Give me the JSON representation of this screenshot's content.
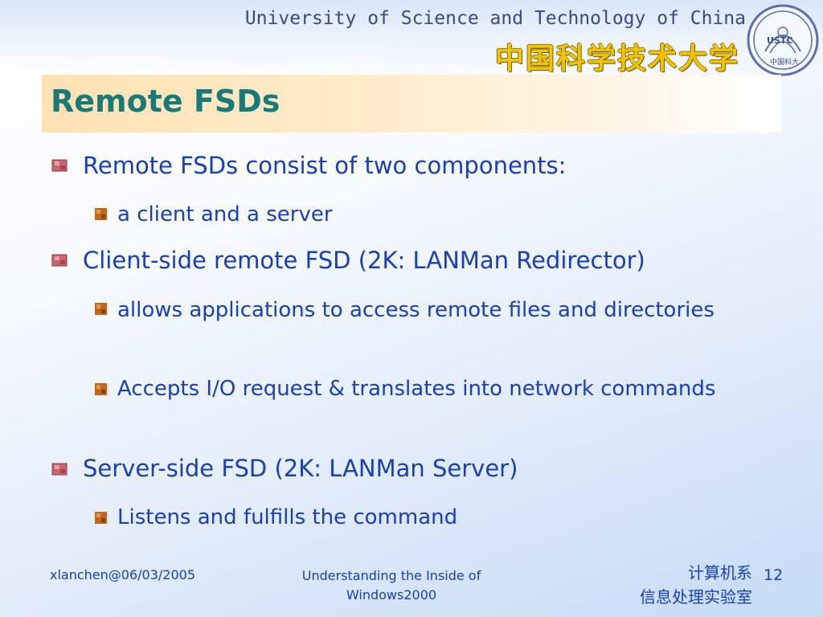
{
  "header": {
    "university_en": "University of Science and Technology of China",
    "university_cn": "中国科学技术大学",
    "logo_text": "USTC",
    "logo_subtext": "中国科大"
  },
  "slide": {
    "title": "Remote FSDs",
    "items": [
      {
        "level": 1,
        "text": "Remote FSDs consist of two components:"
      },
      {
        "level": 2,
        "text": "a client and a server"
      },
      {
        "level": 1,
        "text": "Client-side remote FSD (2K: LANMan Redirector)"
      },
      {
        "level": 2,
        "text": "allows applications to access remote files and directories"
      },
      {
        "level": 2,
        "text": "Accepts I/O request & translates into network commands"
      },
      {
        "level": 1,
        "text": "Server-side FSD (2K: LANMan Server)"
      },
      {
        "level": 2,
        "text": "Listens and fulfills the command"
      }
    ]
  },
  "footer": {
    "author_date": "xlanchen@06/03/2005",
    "course_line1": "Understanding the Inside of",
    "course_line2": "Windows2000",
    "dept_line1": "计算机系",
    "dept_line2": "信息处理实验室",
    "page_number": "12"
  },
  "colors": {
    "body_text": "#1a3fb5",
    "title_text": "#1a7a7a",
    "title_bar": "#ffe2b3",
    "cn_title": "#f2c400"
  }
}
